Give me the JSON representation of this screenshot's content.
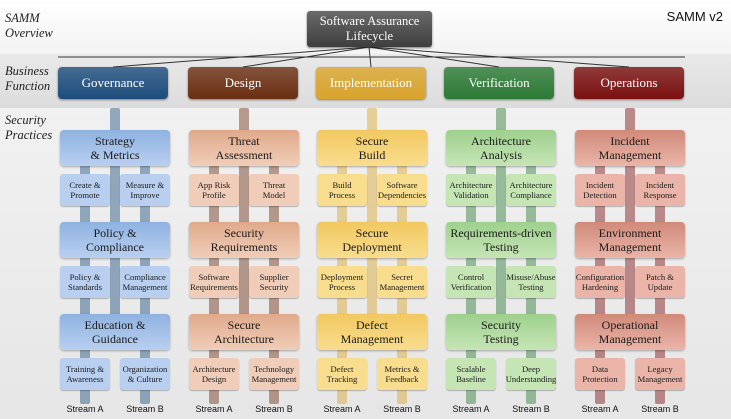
{
  "labels": {
    "overview": "SAMM\nOverview",
    "business": "Business\nFunction",
    "security": "Security\nPractices",
    "version": "SAMM v2"
  },
  "root": "Software Assurance\nLifecycle",
  "functions": [
    {
      "name": "Governance",
      "color": "#1d4d7d",
      "practice_color": "#8fb2e0",
      "stream_color": "#b8cff0",
      "practices": [
        {
          "name": "Strategy\n& Metrics",
          "streams": [
            "Create &\nPromote",
            "Measure &\nImprove"
          ]
        },
        {
          "name": "Policy &\nCompliance",
          "streams": [
            "Policy &\nStandards",
            "Compliance\nManagement"
          ]
        },
        {
          "name": "Education &\nGuidance",
          "streams": [
            "Training &\nAwareness",
            "Organization\n& Culture"
          ]
        }
      ]
    },
    {
      "name": "Design",
      "color": "#6b2f12",
      "practice_color": "#dfa98a",
      "stream_color": "#f0cdb8",
      "practices": [
        {
          "name": "Threat\nAssessment",
          "streams": [
            "App Risk\nProfile",
            "Threat\nModel"
          ]
        },
        {
          "name": "Security\nRequirements",
          "streams": [
            "Software\nRequirements",
            "Supplier\nSecurity"
          ]
        },
        {
          "name": "Secure\nArchitecture",
          "streams": [
            "Architecture\nDesign",
            "Technology\nManagement"
          ]
        }
      ]
    },
    {
      "name": "Implementation",
      "color": "#d9a42c",
      "practice_color": "#f2c860",
      "stream_color": "#f8dd8e",
      "practices": [
        {
          "name": "Secure\nBuild",
          "streams": [
            "Build\nProcess",
            "Software\nDependencies"
          ]
        },
        {
          "name": "Secure\nDeployment",
          "streams": [
            "Deployment\nProcess",
            "Secret\nManagement"
          ]
        },
        {
          "name": "Defect\nManagement",
          "streams": [
            "Defect\nTracking",
            "Metrics &\nFeedback"
          ]
        }
      ]
    },
    {
      "name": "Verification",
      "color": "#2c7a35",
      "practice_color": "#9ed08d",
      "stream_color": "#c5e5b5",
      "practices": [
        {
          "name": "Architecture\nAnalysis",
          "streams": [
            "Architecture\nValidation",
            "Architecture\nCompliance"
          ]
        },
        {
          "name": "Requirements-driven\nTesting",
          "streams": [
            "Control\nVerification",
            "Misuse/Abuse\nTesting"
          ]
        },
        {
          "name": "Security\nTesting",
          "streams": [
            "Scalable\nBaseline",
            "Deep\nUnderstanding"
          ]
        }
      ]
    },
    {
      "name": "Operations",
      "color": "#7a1010",
      "practice_color": "#d08a7a",
      "stream_color": "#eab5a8",
      "practices": [
        {
          "name": "Incident\nManagement",
          "streams": [
            "Incident\nDetection",
            "Incident\nResponse"
          ]
        },
        {
          "name": "Environment\nManagement",
          "streams": [
            "Configuration\nHardening",
            "Patch &\nUpdate"
          ]
        },
        {
          "name": "Operational\nManagement",
          "streams": [
            "Data\nProtection",
            "Legacy\nManagement"
          ]
        }
      ]
    }
  ],
  "stream_labels": [
    "Stream A",
    "Stream B"
  ]
}
